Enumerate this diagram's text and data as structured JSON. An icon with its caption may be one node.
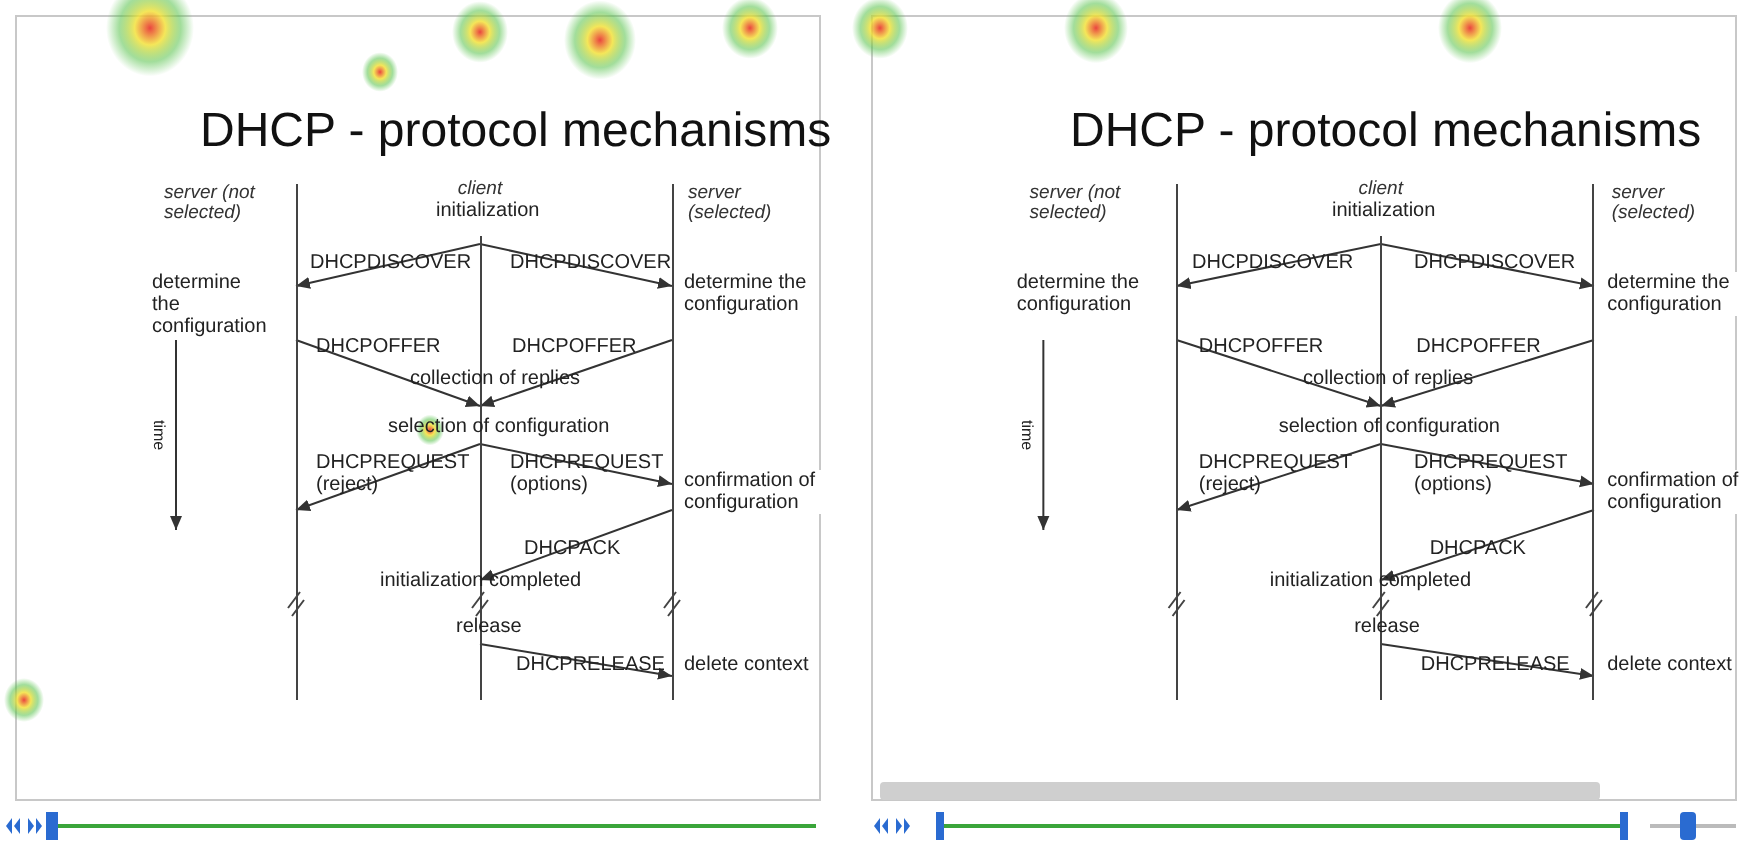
{
  "diagram": {
    "nodes": [
      {
        "text": [
          "server (not selected)"
        ]
      },
      {
        "text": [
          "client"
        ]
      },
      {
        "text": [
          "server (selected)"
        ]
      },
      {
        "text": [
          "server (not selected)"
        ]
      },
      {
        "text": [
          "client"
        ]
      },
      {
        "text": [
          "server (selected)"
        ]
      }
    ],
    "edges": [
      {
        "from": 1,
        "to": 0,
        "arrow": "to",
        "label": "DHCPDISCOVER"
      },
      {
        "from": 1,
        "to": 2,
        "arrow": "to",
        "label": "DHCPDISCOVER"
      },
      {
        "from": 0,
        "to": 1,
        "arrow": "to",
        "label": "DHCPOFFER"
      },
      {
        "from": 2,
        "to": 1,
        "arrow": "to",
        "label": "DHCPOFFER"
      },
      {
        "from": 1,
        "to": 0,
        "arrow": "to",
        "label": "DHCPREQUEST (reject)"
      },
      {
        "from": 1,
        "to": 2,
        "arrow": "to",
        "label": "DHCPREQUEST (options)"
      },
      {
        "from": 2,
        "to": 1,
        "arrow": "to",
        "label": "DHCPACK"
      },
      {
        "from": 1,
        "to": 2,
        "arrow": "to",
        "label": "DHCPRELEASE"
      },
      {
        "from": 4,
        "to": 3,
        "arrow": "to",
        "label": "DHCPDISCOVER"
      },
      {
        "from": 4,
        "to": 5,
        "arrow": "to",
        "label": "DHCPDISCOVER"
      },
      {
        "from": 3,
        "to": 4,
        "arrow": "to",
        "label": "DHCPOFFER"
      },
      {
        "from": 5,
        "to": 4,
        "arrow": "to",
        "label": "DHCPOFFER"
      },
      {
        "from": 4,
        "to": 3,
        "arrow": "to",
        "label": "DHCPREQUEST (reject)"
      },
      {
        "from": 4,
        "to": 5,
        "arrow": "to",
        "label": "DHCPREQUEST (options)"
      },
      {
        "from": 5,
        "to": 4,
        "arrow": "to",
        "label": "DHCPACK"
      },
      {
        "from": 4,
        "to": 5,
        "arrow": "to",
        "label": "DHCPRELEASE"
      }
    ],
    "labels": [
      "DHCP - protocol mechanisms",
      "initialization",
      "determine the configuration",
      "determine the configuration",
      "collection of replies",
      "time",
      "selection of configuration",
      "confirmation of configuration",
      "initialization completed",
      "release",
      "delete context",
      "DHCP - protocol mechanisms",
      "initialization",
      "determine the configuration",
      "determine the configuration",
      "collection of replies",
      "time",
      "selection of configuration",
      "confirmation of configuration",
      "initialization completed",
      "release",
      "delete context"
    ]
  }
}
